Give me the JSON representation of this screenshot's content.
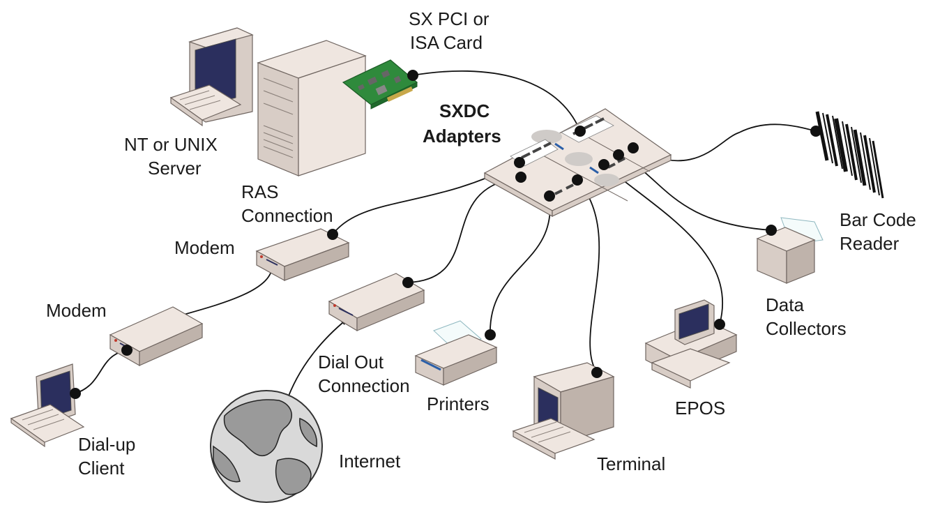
{
  "labels": {
    "card": [
      "SX PCI or",
      "ISA Card"
    ],
    "adapters": [
      "SXDC",
      "Adapters"
    ],
    "server": [
      "NT or UNIX",
      "Server"
    ],
    "ras": [
      "RAS",
      "Connection"
    ],
    "modem_top": "Modem",
    "modem_left": "Modem",
    "dial_out": [
      "Dial Out",
      "Connection"
    ],
    "dialup_client": [
      "Dial-up",
      "Client"
    ],
    "internet": "Internet",
    "printers": "Printers",
    "terminal": "Terminal",
    "epos": "EPOS",
    "data_collectors": [
      "Data",
      "Collectors"
    ],
    "bar_code_reader": [
      "Bar Code",
      "Reader"
    ]
  },
  "icons": [
    "server-tower-icon",
    "nt-workstation-icon",
    "pci-card-icon",
    "sxdc-adapter-icon",
    "barcode-icon",
    "data-collector-icon",
    "epos-icon",
    "terminal-icon",
    "printer-icon",
    "modem-icon",
    "laptop-icon",
    "globe-icon"
  ],
  "colors": {
    "cable": "#111111",
    "card_green": "#2f8a3c",
    "case_beige": "#efe6e0",
    "screen": "#2b2f5e"
  }
}
